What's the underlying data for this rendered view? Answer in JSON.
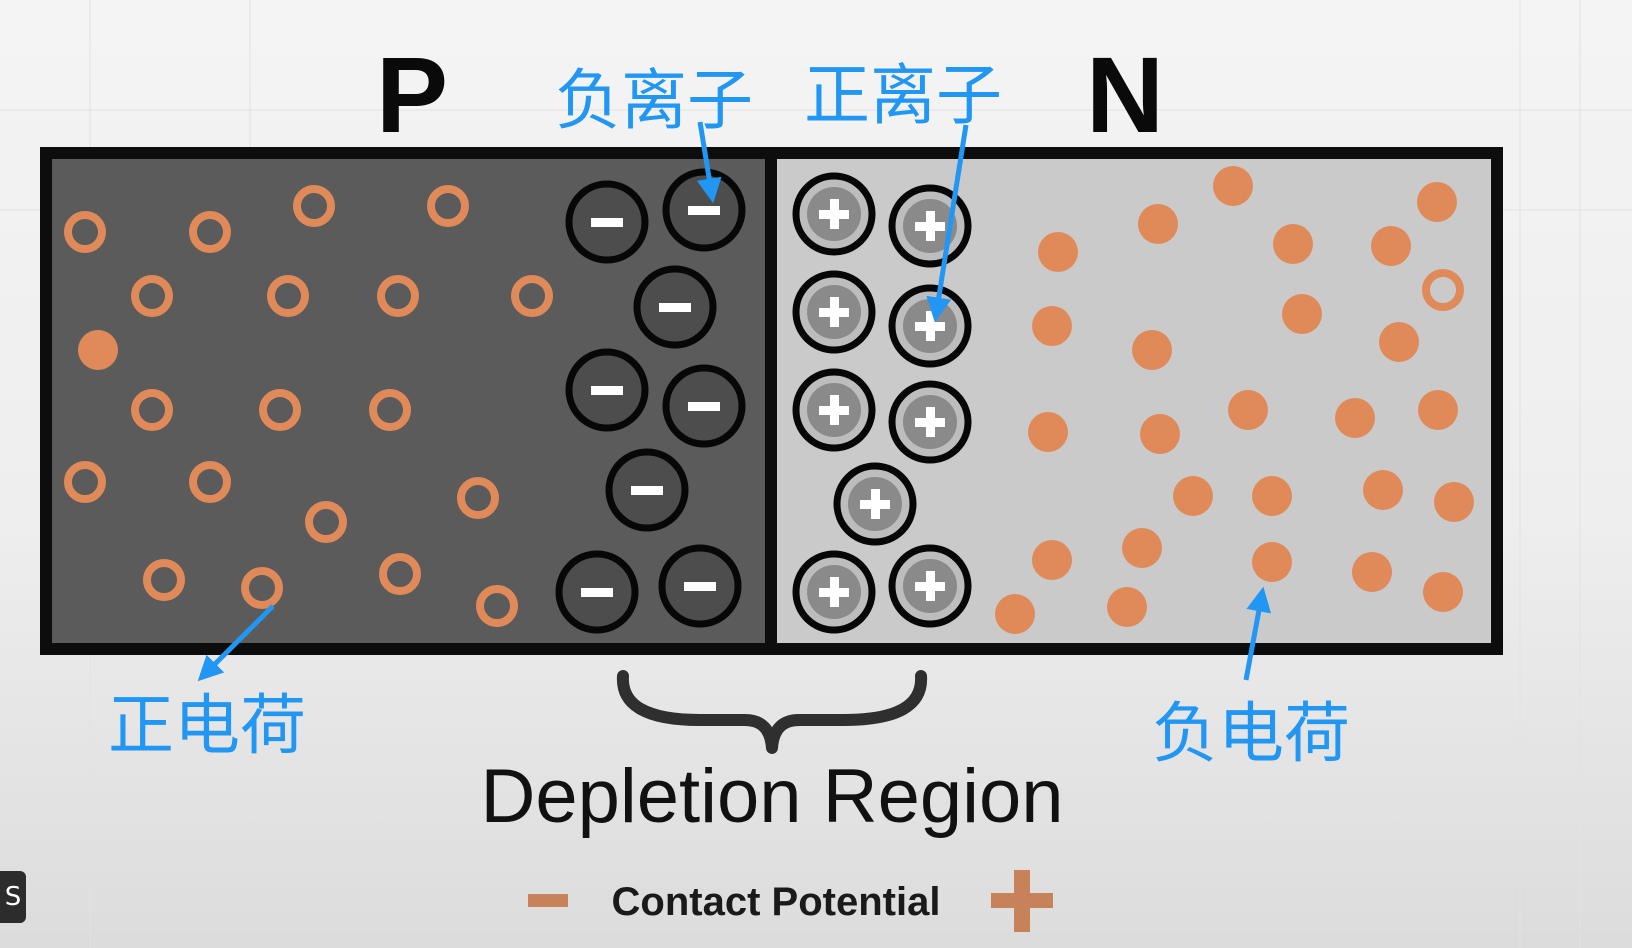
{
  "diagram": {
    "p_label": "P",
    "n_label": "N",
    "annotations": {
      "negative_ions": "负离子",
      "positive_ions": "正离子",
      "positive_charge": "正电荷",
      "negative_charge": "负电荷"
    },
    "depletion_region_label": "Depletion Region",
    "contact_potential": {
      "minus": "−",
      "label": "Contact Potential",
      "plus": "+"
    },
    "ion_signs": {
      "negative": "−",
      "positive": "+"
    }
  },
  "colors": {
    "p_region": "#5b5b5b",
    "n_region": "#cacaca",
    "charge_orange": "#e08a5a",
    "annotation_blue": "#2196f3",
    "frame": "#0d0d0d",
    "potential_sign": "#c8825a"
  },
  "corner_tab_glyph": "S"
}
